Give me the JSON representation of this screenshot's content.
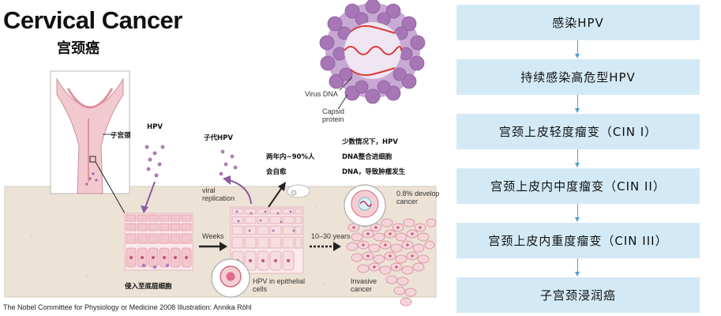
{
  "illustration": {
    "title_en": "Cervical Cancer",
    "title_zh": "宫颈癌",
    "labels": {
      "cervix": "子宫颈",
      "hpv": "HPV",
      "virus_dna": "Virus DNA",
      "capsid": "Capsid",
      "capsid2": "protein",
      "daughter_hpv": "子代HPV",
      "viral1": "viral",
      "viral2": "replication",
      "two_years1": "两年内~90%人",
      "two_years2": "会自愈",
      "few1": "少数情况下，HPV",
      "few2": "DNA整合进细胞",
      "few3": "DNA，导致肿瘤发生",
      "pct1": "0.8% develop",
      "pct2": "cancer",
      "weeks": "Weeks",
      "years": "10–30 years",
      "invade_basal": "侵入至底层细胞",
      "hpv_epi1": "HPV in epithelial",
      "hpv_epi2": "cells",
      "invasive1": "Invasive",
      "invasive2": "cancer"
    },
    "credit": "The Nobel Committee for Physiology or Medicine 2008   Illustration: Annika Röhl"
  },
  "flow": {
    "steps": [
      "感染HPV",
      "持续感染高危型HPV",
      "宫颈上皮轻度瘤变（CIN I）",
      "宫颈上皮内中度瘤变（CIN II）",
      "宫颈上皮内重度瘤变（CIN III）",
      "子宫颈浸润癌"
    ]
  },
  "colors": {
    "flow_box": "#d3eaf6",
    "flow_arrow": "#4d9fd0",
    "tissue": "#ece3d6",
    "cell_pink": "#f3c6cc",
    "virus_purple": "#9d6aa8",
    "virus_dna": "#d83a3a"
  }
}
